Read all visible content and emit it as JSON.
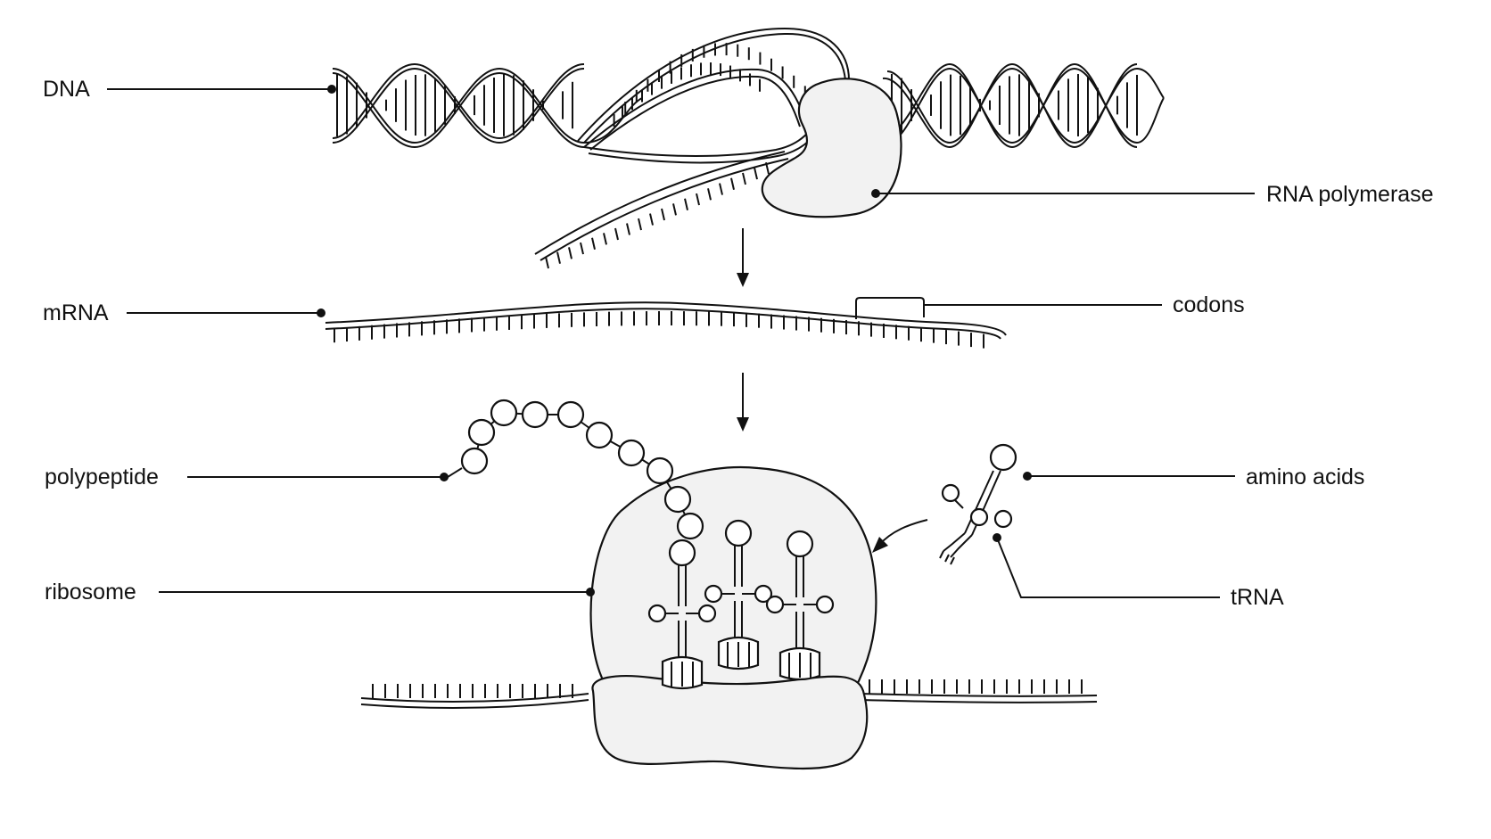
{
  "labels": {
    "dna": "DNA",
    "rna_polymerase": "RNA polymerase",
    "mrna": "mRNA",
    "codons": "codons",
    "polypeptide": "polypeptide",
    "amino_acids": "amino acids",
    "ribosome": "ribosome",
    "trna": "tRNA"
  },
  "colors": {
    "line": "#111111",
    "fill": "#f2f2f2",
    "background": "#ffffff"
  }
}
